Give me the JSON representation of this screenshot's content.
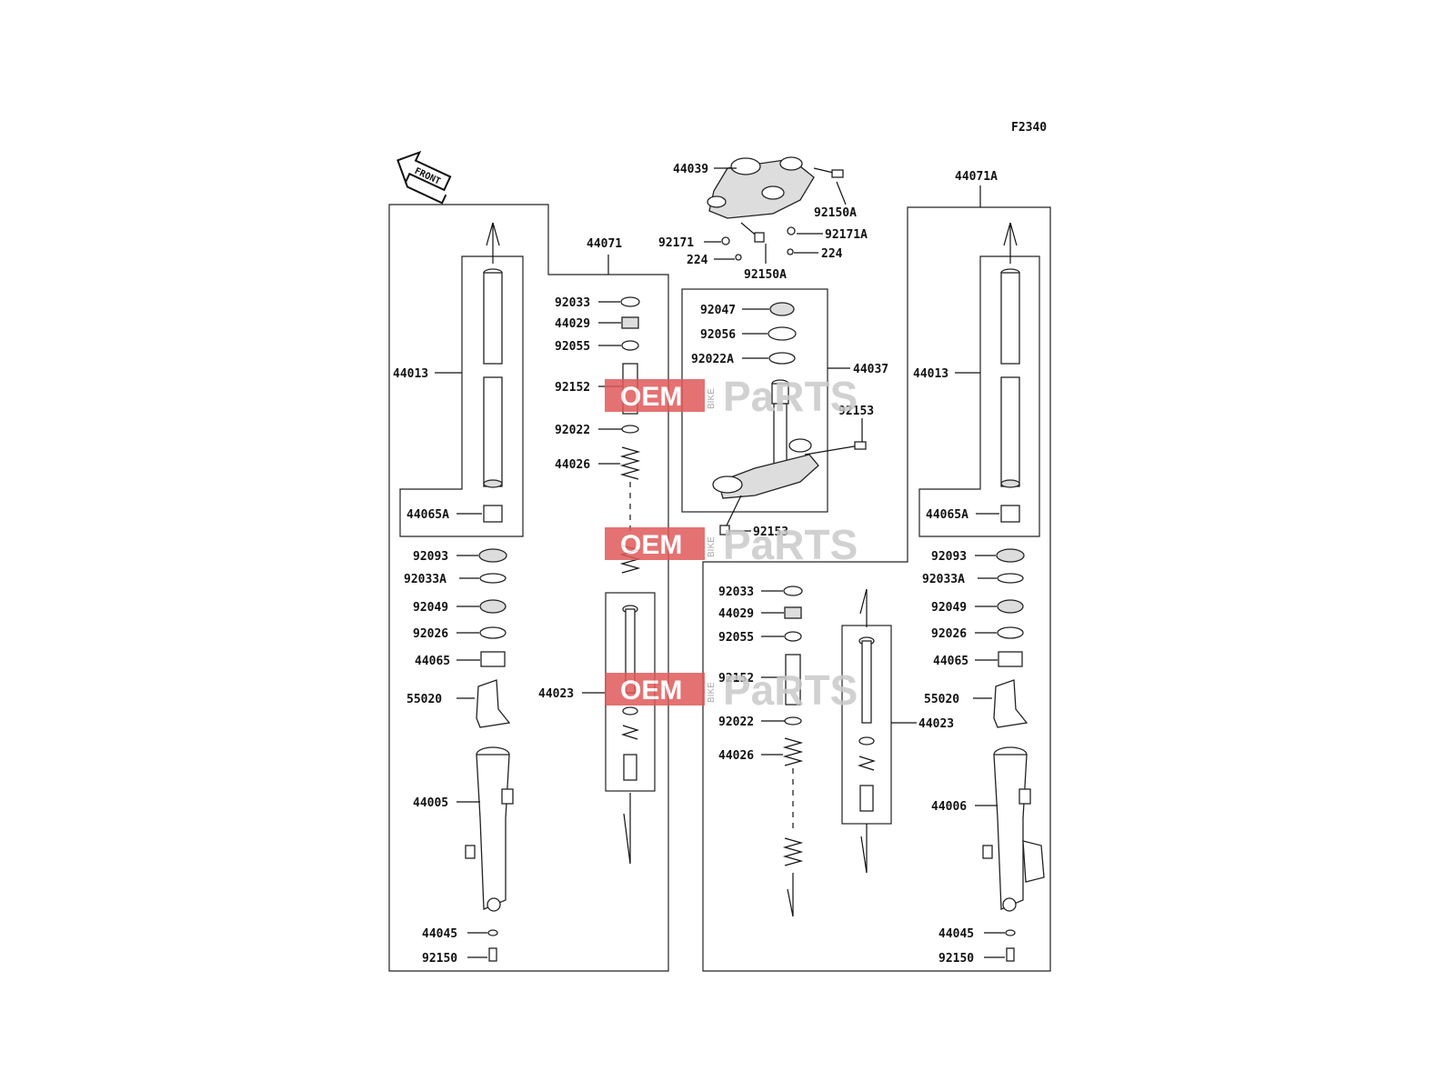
{
  "diagram_code": "F2340",
  "front_arrow": "FRONT",
  "watermark": {
    "oem": "OEM",
    "bike": "BIKE",
    "parts": "PaRTS",
    "badge_color": "#e05a5a"
  },
  "labels": {
    "top": [
      "44039",
      "92150A",
      "92171",
      "92171A",
      "224",
      "224",
      "92150A"
    ],
    "stem": [
      "92047",
      "92056",
      "92022A",
      "44037",
      "92153",
      "92153"
    ],
    "left_fork": [
      "44071",
      "44013",
      "44065A",
      "92093",
      "92033A",
      "92049",
      "92026",
      "44065",
      "55020",
      "44005",
      "44045",
      "92150"
    ],
    "left_inner": [
      "92033",
      "44029",
      "92055",
      "92152",
      "92022",
      "44026",
      "44023"
    ],
    "right_fork": [
      "44071A",
      "44013",
      "44065A",
      "92093",
      "92033A",
      "92049",
      "92026",
      "44065",
      "55020",
      "44006",
      "44045",
      "92150"
    ],
    "right_inner": [
      "92033",
      "44029",
      "92055",
      "92152",
      "92022",
      "44026",
      "44023"
    ]
  }
}
